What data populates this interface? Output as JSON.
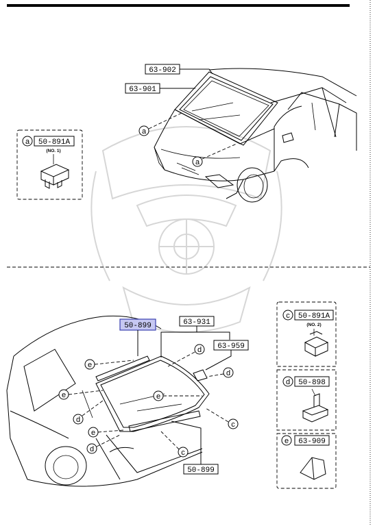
{
  "top_section": {
    "part_901": "63-901",
    "part_902": "63-902",
    "callout_a1": "a",
    "callout_a2": "a",
    "detail_a": {
      "letter": "a",
      "part": "50-891A",
      "note": "(NO. 1)"
    }
  },
  "bottom_section": {
    "part_899_highlight": "50-899",
    "part_931": "63-931",
    "part_959": "63-959",
    "part_899_lower": "50-899",
    "callouts": {
      "d1": "d",
      "d2": "d",
      "d3": "d",
      "d4": "d",
      "e1": "e",
      "e2": "e",
      "e3": "e",
      "e4": "e",
      "c1": "c",
      "c2": "c"
    },
    "detail_c": {
      "letter": "c",
      "part": "50-891A",
      "note": "(NO. 2)"
    },
    "detail_d": {
      "letter": "d",
      "part": "50-898"
    },
    "detail_e": {
      "letter": "e",
      "part": "63-909"
    }
  },
  "colors": {
    "highlight_fill": "#c6c8f2",
    "highlight_stroke": "#3a3fb0",
    "ink": "#000000",
    "watermark": "#d6d6d6"
  }
}
